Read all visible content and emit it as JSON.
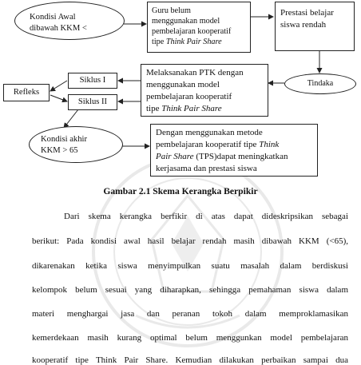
{
  "diagram": {
    "kondisi_awal": {
      "line1": "Kondisi Awal",
      "line2": "dibawah KKM <"
    },
    "guru": {
      "line1": "Guru belum",
      "line2": "menggunakan model",
      "line3": "pembelajaran kooperatif",
      "line4_prefix": "tipe ",
      "line4_em": "Think Pair Share"
    },
    "prestasi": {
      "line1": "Prestasi belajar",
      "line2": "siswa rendah"
    },
    "tindakan": "Tindaka",
    "ptk": {
      "line1": "Melaksanakan PTK dengan",
      "line2": "menggunakan model",
      "line3": "pembelajaran kooperatif",
      "line4_prefix": "tipe ",
      "line4_em": "Think Pair Share"
    },
    "refleks": "Refleks",
    "siklus1": "Siklus I",
    "siklus2": "Siklus II",
    "kondisi_akhir": {
      "line1": "Kondisi akhir",
      "line2": "KKM > 65"
    },
    "hasil": {
      "line1": "Dengan menggunakan metode",
      "line2_prefix": "pembelajaran kooperatif  tipe ",
      "line2_em": "Think",
      "line3_em": "Pair Share",
      "line3_rest": " (TPS)dapat meningkatkan",
      "line4": "kerjasama dan prestasi siswa"
    }
  },
  "caption": "Gambar  2.1 Skema Kerangka Berpikir",
  "paragraph_lines": [
    "Dari  skema  kerangka  berfikir  di  atas  dapat  dideskripsikan  sebagai",
    "berikut: Pada kondisi awal hasil belajar rendah masih dibawah KKM (<65),",
    "dikarenakan  ketika  siswa  menyimpulkan  suatu  masalah  dalam  berdiskusi",
    "kelompok belum sesuai yang diharapkan, sehingga pemahaman siswa dalam",
    "materi   menghargai   jasa   dan   peranan   tokoh   dalam   memproklamasikan",
    "kemerdekaan masih kurang optimal belum menggunkan model pembelajaran",
    "kooperatif tipe Think Pair Share. Kemudian dilakukan perbaikan sampai dua"
  ]
}
